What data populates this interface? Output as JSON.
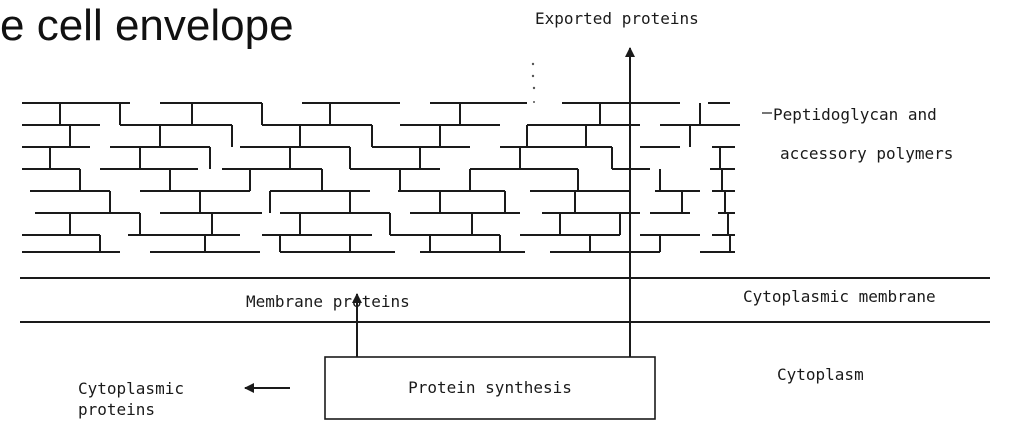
{
  "title": "e cell envelope",
  "labels": {
    "exported_proteins": "Exported proteins",
    "peptidoglycan_line1": "Peptidoglycan and",
    "peptidoglycan_line2": "accessory polymers",
    "cytoplasmic_membrane": "Cytoplasmic membrane",
    "membrane_proteins": "Membrane proteins",
    "cytoplasm": "Cytoplasm",
    "cytoplasmic_proteins_line1": "Cytoplasmic",
    "cytoplasmic_proteins_line2": "proteins",
    "protein_synthesis": "Protein synthesis"
  },
  "colors": {
    "ink": "#1a1a1a",
    "background": "#ffffff"
  }
}
